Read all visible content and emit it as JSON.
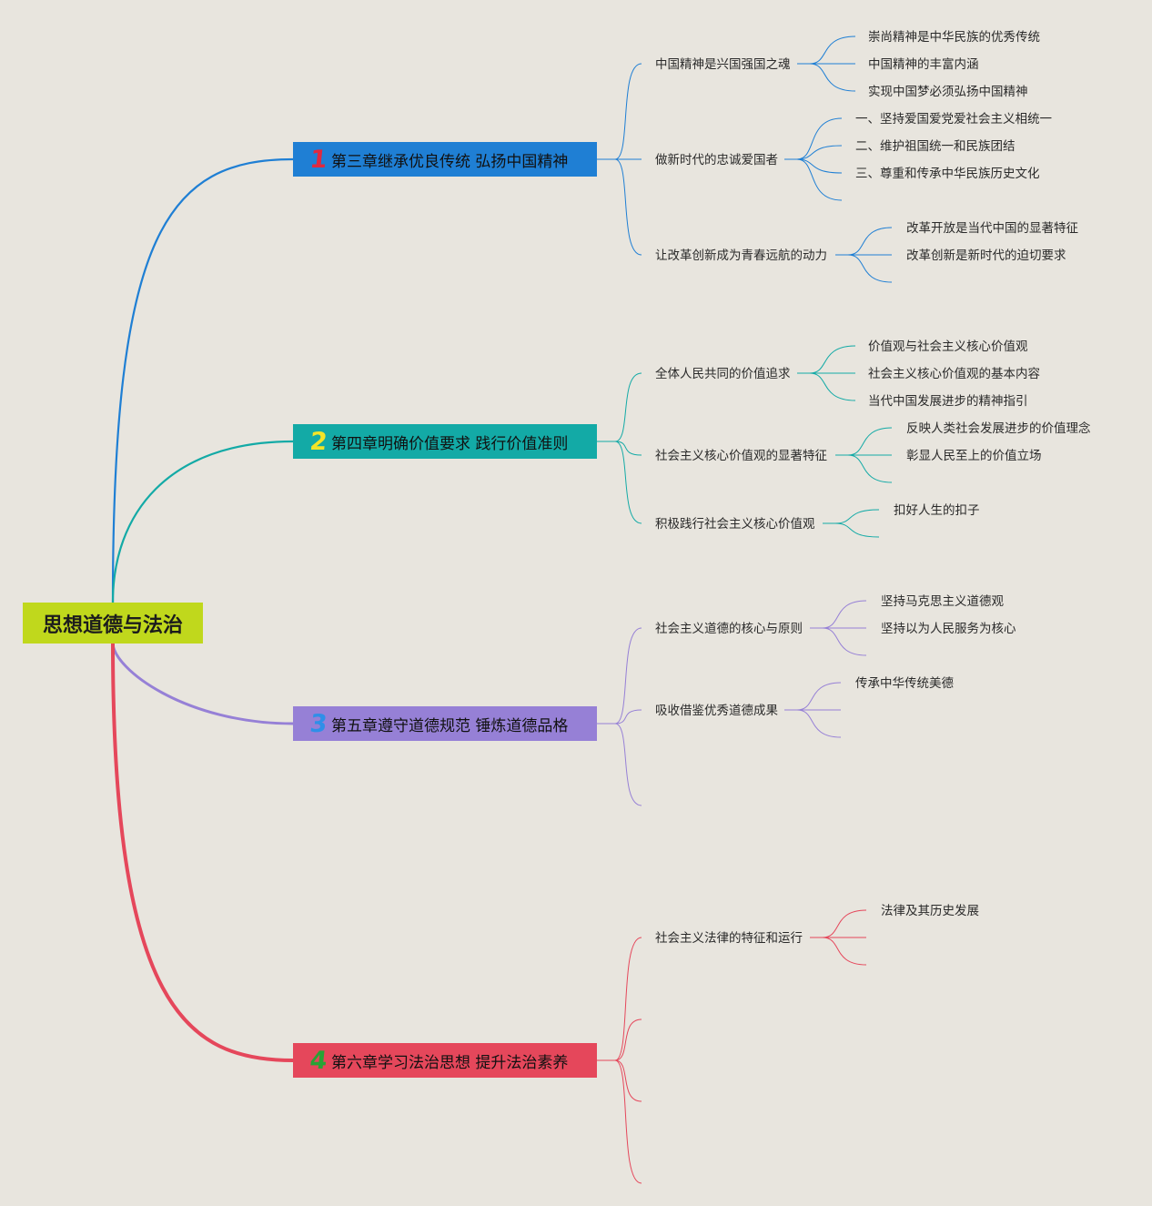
{
  "root": {
    "label": "思想道德与法治",
    "color": "#c0d81c"
  },
  "chapters": [
    {
      "number": "1",
      "title": "第三章继承优良传统 弘扬中国精神",
      "color": "#1f7fd4",
      "number_color": "#e0293f",
      "sections": [
        {
          "label": "中国精神是兴国强国之魂",
          "items": [
            "崇尚精神是中华民族的优秀传统",
            "中国精神的丰富内涵",
            "实现中国梦必须弘扬中国精神"
          ]
        },
        {
          "label": "做新时代的忠诚爱国者",
          "items": [
            "一、坚持爱国爱党爱社会主义相统一",
            "二、维护祖国统一和民族团结",
            "三、尊重和传承中华民族历史文化"
          ]
        },
        {
          "label": "让改革创新成为青春远航的动力",
          "items": [
            "改革开放是当代中国的显著特征",
            "改革创新是新时代的迫切要求"
          ]
        }
      ]
    },
    {
      "number": "2",
      "title": "第四章明确价值要求 践行价值准则",
      "color": "#13aaa6",
      "number_color": "#f2e428",
      "sections": [
        {
          "label": "全体人民共同的价值追求",
          "items": [
            "价值观与社会主义核心价值观",
            "社会主义核心价值观的基本内容",
            "当代中国发展进步的精神指引"
          ]
        },
        {
          "label": "社会主义核心价值观的显著特征",
          "items": [
            "反映人类社会发展进步的价值理念",
            "彰显人民至上的价值立场"
          ]
        },
        {
          "label": "积极践行社会主义核心价值观",
          "items": [
            "扣好人生的扣子"
          ]
        }
      ]
    },
    {
      "number": "3",
      "title": "第五章遵守道德规范 锤炼道德品格",
      "color": "#9680d6",
      "number_color": "#2f8fe8",
      "sections": [
        {
          "label": "社会主义道德的核心与原则",
          "items": [
            "坚持马克思主义道德观",
            "坚持以为人民服务为核心"
          ]
        },
        {
          "label": "吸收借鉴优秀道德成果",
          "items": [
            "传承中华传统美德"
          ]
        }
      ]
    },
    {
      "number": "4",
      "title": "第六章学习法治思想 提升法治素养",
      "color": "#e5475b",
      "number_color": "#27a335",
      "sections": [
        {
          "label": "社会主义法律的特征和运行",
          "items": [
            "法律及其历史发展"
          ]
        }
      ]
    }
  ]
}
